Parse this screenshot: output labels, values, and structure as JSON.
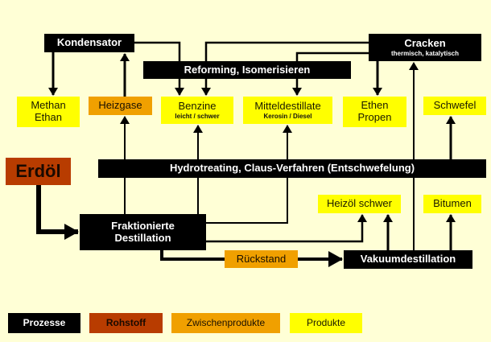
{
  "diagram": {
    "nodes": {
      "kondensator": {
        "label": "Kondensator",
        "type": "process"
      },
      "reforming": {
        "label": "Reforming, Isomerisieren",
        "type": "process"
      },
      "cracken": {
        "label": "Cracken",
        "sublabel": "thermisch, katalytisch",
        "type": "process"
      },
      "methan": {
        "label": "Methan",
        "label2": "Ethan",
        "type": "product"
      },
      "heizgase": {
        "label": "Heizgase",
        "type": "intermediate"
      },
      "benzine": {
        "label": "Benzine",
        "sublabel": "leicht / schwer",
        "type": "product"
      },
      "mitteldestillate": {
        "label": "Mitteldestillate",
        "sublabel": "Kerosin / Diesel",
        "type": "product"
      },
      "ethen": {
        "label": "Ethen",
        "label2": "Propen",
        "type": "product"
      },
      "schwefel": {
        "label": "Schwefel",
        "type": "product"
      },
      "erdoel": {
        "label": "Erdöl",
        "type": "raw"
      },
      "hydrotreating": {
        "label": "Hydrotreating, Claus-Verfahren (Entschwefelung)",
        "type": "process"
      },
      "fraktionierte": {
        "label": "Fraktionierte",
        "label2": "Destillation",
        "type": "process"
      },
      "heizoel": {
        "label": "Heizöl schwer",
        "type": "product"
      },
      "bitumen": {
        "label": "Bitumen",
        "type": "product"
      },
      "rueckstand": {
        "label": "Rückstand",
        "type": "intermediate"
      },
      "vakuum": {
        "label": "Vakuumdestillation",
        "type": "process"
      }
    },
    "edges": [
      {
        "from": "erdoel",
        "to": "fraktionierte"
      },
      {
        "from": "fraktionierte",
        "to": "heizgase"
      },
      {
        "from": "heizgase",
        "to": "kondensator"
      },
      {
        "from": "kondensator",
        "to": "methan"
      },
      {
        "from": "kondensator",
        "to": "benzine"
      },
      {
        "from": "fraktionierte",
        "to": "benzine",
        "via": "hydrotreating"
      },
      {
        "from": "fraktionierte",
        "to": "mitteldestillate",
        "via": "hydrotreating"
      },
      {
        "from": "cracken",
        "to": "benzine"
      },
      {
        "from": "cracken",
        "to": "mitteldestillate"
      },
      {
        "from": "cracken",
        "to": "ethen"
      },
      {
        "from": "fraktionierte",
        "to": "heizoel"
      },
      {
        "from": "fraktionierte",
        "to": "rueckstand"
      },
      {
        "from": "rueckstand",
        "to": "vakuum"
      },
      {
        "from": "vakuum",
        "to": "heizoel"
      },
      {
        "from": "vakuum",
        "to": "cracken"
      },
      {
        "from": "vakuum",
        "to": "bitumen"
      },
      {
        "from": "hydrotreating",
        "to": "schwefel"
      }
    ]
  },
  "legend": [
    {
      "label": "Prozesse",
      "color": "#000000"
    },
    {
      "label": "Rohstoff",
      "color": "#b83c00"
    },
    {
      "label": "Zwischenprodukte",
      "color": "#f0a000"
    },
    {
      "label": "Produkte",
      "color": "#ffff00"
    }
  ],
  "colors": {
    "background": "#ffffd6",
    "process": "#000000",
    "raw": "#b83c00",
    "intermediate": "#f0a000",
    "product": "#ffff00"
  }
}
